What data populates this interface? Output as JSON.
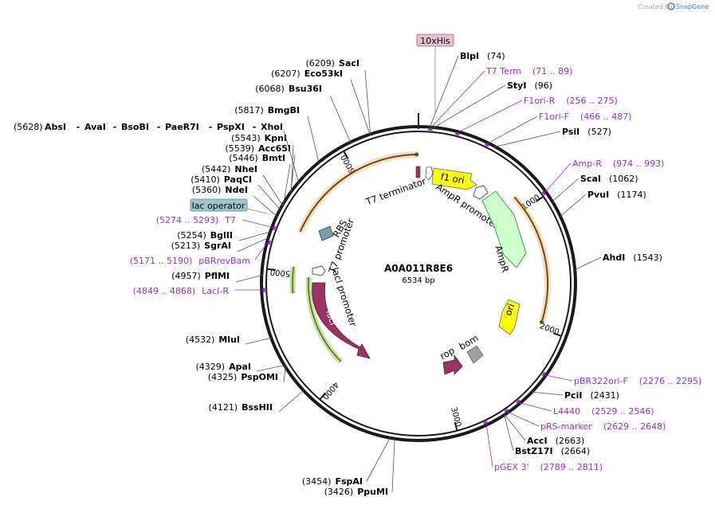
{
  "header": {
    "created_by": "Created by",
    "brand": "SnapGene"
  },
  "plasmid": {
    "name": "A0A011R8E6",
    "size_label": "6534 bp",
    "length": 6534
  },
  "ticks": [
    "1000",
    "2000",
    "3000",
    "4000",
    "5000",
    "6000"
  ],
  "enzyme_sites": [
    {
      "name": "BlpI",
      "pos": "(74)",
      "bp": 74
    },
    {
      "name": "StyI",
      "pos": "(96)",
      "bp": 96
    },
    {
      "name": "PsiI",
      "pos": "(527)",
      "bp": 527
    },
    {
      "name": "ScaI",
      "pos": "(1062)",
      "bp": 1062
    },
    {
      "name": "PvuI",
      "pos": "(1174)",
      "bp": 1174
    },
    {
      "name": "AhdI",
      "pos": "(1543)",
      "bp": 1543
    },
    {
      "name": "PciI",
      "pos": "(2431)",
      "bp": 2431
    },
    {
      "name": "AccI",
      "pos": "(2663)",
      "bp": 2663
    },
    {
      "name": "BstZ17I",
      "pos": "(2664)",
      "bp": 2664
    },
    {
      "name": "PpuMI",
      "pos": "(3426)",
      "bp": 3426
    },
    {
      "name": "FspAI",
      "pos": "(3454)",
      "bp": 3454
    },
    {
      "name": "BssHII",
      "pos": "(4121)",
      "bp": 4121
    },
    {
      "name": "PspOMI",
      "pos": "(4325)",
      "bp": 4325
    },
    {
      "name": "ApaI",
      "pos": "(4329)",
      "bp": 4329
    },
    {
      "name": "MluI",
      "pos": "(4532)",
      "bp": 4532
    },
    {
      "name": "PflMI",
      "pos": "(4957)",
      "bp": 4957
    },
    {
      "name": "SgrAI",
      "pos": "(5213)",
      "bp": 5213
    },
    {
      "name": "BglII",
      "pos": "(5254)",
      "bp": 5254
    },
    {
      "name": "NdeI",
      "pos": "(5360)",
      "bp": 5360
    },
    {
      "name": "PaqCI",
      "pos": "(5410)",
      "bp": 5410
    },
    {
      "name": "NheI",
      "pos": "(5442)",
      "bp": 5442
    },
    {
      "name": "BmtI",
      "pos": "(5446)",
      "bp": 5446
    },
    {
      "name": "Acc65I",
      "pos": "(5539)",
      "bp": 5539
    },
    {
      "name": "KpnI",
      "pos": "(5543)",
      "bp": 5543
    },
    {
      "name": "BmgBI",
      "pos": "(5817)",
      "bp": 5817
    },
    {
      "name": "Bsu36I",
      "pos": "(6068)",
      "bp": 6068
    },
    {
      "name": "Eco53kI",
      "pos": "(6207)",
      "bp": 6207
    },
    {
      "name": "SacI",
      "pos": "(6209)",
      "bp": 6209
    }
  ],
  "multi_site": {
    "pos": "(5628)",
    "names": [
      "AbsI",
      "AvaI",
      "BsoBI",
      "PaeR7I",
      "PspXI",
      "XhoI"
    ],
    "bp": 5628
  },
  "primers": [
    {
      "name": "T7 Term",
      "range": "(71 .. 89)",
      "bp": 80
    },
    {
      "name": "F1ori-R",
      "range": "(256 .. 275)",
      "bp": 265
    },
    {
      "name": "F1ori-F",
      "range": "(466 .. 487)",
      "bp": 476
    },
    {
      "name": "Amp-R",
      "range": "(974 .. 993)",
      "bp": 983
    },
    {
      "name": "pBR322ori-F",
      "range": "(2276 .. 2295)",
      "bp": 2285
    },
    {
      "name": "L4440",
      "range": "(2529 .. 2546)",
      "bp": 2537
    },
    {
      "name": "pRS-marker",
      "range": "(2629 .. 2648)",
      "bp": 2638
    },
    {
      "name": "pGEX 3'",
      "range": "(2789 .. 2811)",
      "bp": 2800
    },
    {
      "name": "LacI-R",
      "range": "(4849 .. 4868)",
      "bp": 4858
    },
    {
      "name": "pBRrevBam",
      "range": "(5171 .. 5190)",
      "bp": 5180
    },
    {
      "name": "T7",
      "range": "(5274 .. 5293)",
      "bp": 5283
    }
  ],
  "boxed_features": [
    {
      "name": "10xHis",
      "bp": 6520
    },
    {
      "name": "lac operator",
      "bp": 5318
    }
  ],
  "features": {
    "f1_ori": "f1 ori",
    "ampr_promoter": "AmpR promoter",
    "ampr": "AmpR",
    "ori": "ori",
    "rop": "rop",
    "bom": "bom",
    "laci": "lacI",
    "laci_promoter": "lacI promoter",
    "t7_promoter": "T7 promoter",
    "rbs": "RBS",
    "t7_terminator": "T7 terminator"
  },
  "colors": {
    "backbone": "#1a1a1a",
    "primer": "#9b30c8",
    "f1_ori": "#ffff00",
    "ampr": "#ccffcc",
    "laci": "#993366",
    "rop": "#993366",
    "bom": "#9aa0a6",
    "his_box": "#e7bfd0",
    "lac_op_box": "#9bc7cf",
    "orange_arc": "#e9a33d",
    "green_arc": "#8cc43f",
    "brand": "#3b7dd8"
  }
}
